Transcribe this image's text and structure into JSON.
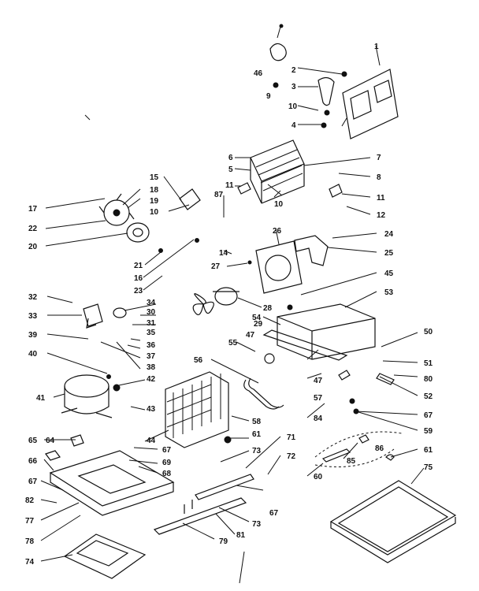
{
  "diagram": {
    "callouts": [
      "1",
      "2",
      "3",
      "4",
      "5",
      "6",
      "7",
      "8",
      "9",
      "10",
      "10",
      "10",
      "11",
      "11",
      "12",
      "14",
      "15",
      "16",
      "17",
      "18",
      "19",
      "20",
      "21",
      "22",
      "23",
      "24",
      "25",
      "26",
      "27",
      "28",
      "29",
      "30",
      "31",
      "32",
      "33",
      "34",
      "35",
      "36",
      "37",
      "38",
      "39",
      "40",
      "41",
      "42",
      "43",
      "44",
      "45",
      "46",
      "47",
      "47",
      "50",
      "51",
      "52",
      "53",
      "54",
      "55",
      "56",
      "57",
      "58",
      "59",
      "60",
      "61",
      "61",
      "64",
      "65",
      "66",
      "67",
      "67",
      "67",
      "67",
      "68",
      "69",
      "71",
      "72",
      "73",
      "73",
      "74",
      "75",
      "77",
      "78",
      "79",
      "80",
      "81",
      "82",
      "84",
      "85",
      "86",
      "87"
    ]
  }
}
